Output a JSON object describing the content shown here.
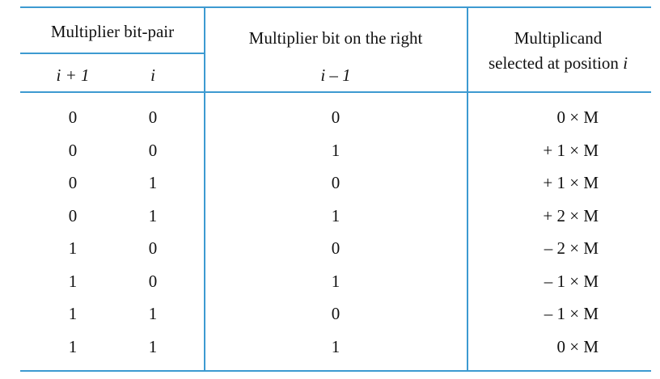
{
  "header": {
    "bit_pair_title": "Multiplier bit-pair",
    "col_i_plus_1": "i + 1",
    "col_i": "i",
    "right_bit_title": "Multiplier bit on the right",
    "col_i_minus_1": "i – 1",
    "multiplicand_title_line1": "Multiplicand",
    "multiplicand_title_line2": "selected at position i"
  },
  "rows": [
    {
      "i_plus_1": "0",
      "i": "0",
      "i_minus_1": "0",
      "selected": "0 × M"
    },
    {
      "i_plus_1": "0",
      "i": "0",
      "i_minus_1": "1",
      "selected": "+ 1 × M"
    },
    {
      "i_plus_1": "0",
      "i": "1",
      "i_minus_1": "0",
      "selected": "+ 1 × M"
    },
    {
      "i_plus_1": "0",
      "i": "1",
      "i_minus_1": "1",
      "selected": "+ 2 × M"
    },
    {
      "i_plus_1": "1",
      "i": "0",
      "i_minus_1": "0",
      "selected": "– 2 × M"
    },
    {
      "i_plus_1": "1",
      "i": "0",
      "i_minus_1": "1",
      "selected": "– 1 × M"
    },
    {
      "i_plus_1": "1",
      "i": "1",
      "i_minus_1": "0",
      "selected": "– 1 × M"
    },
    {
      "i_plus_1": "1",
      "i": "1",
      "i_minus_1": "1",
      "selected": "0 × M"
    }
  ],
  "colors": {
    "rule": "#3d9ad1",
    "text": "#111111"
  }
}
